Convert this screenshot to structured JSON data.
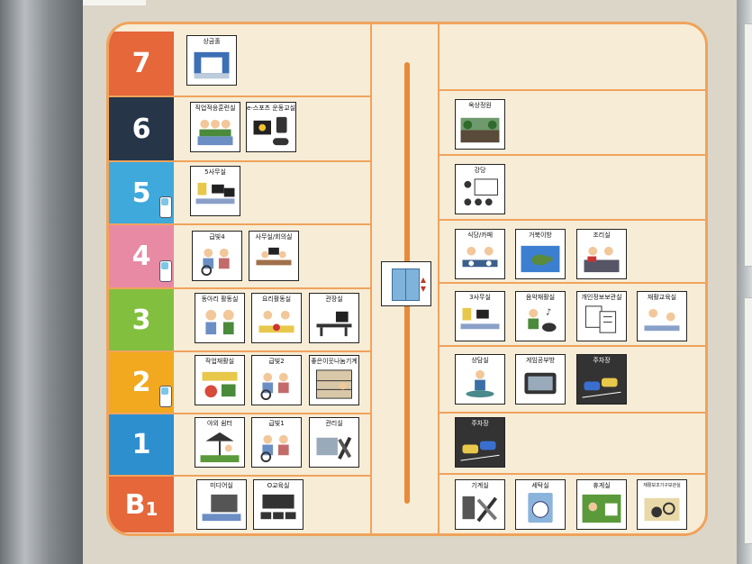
{
  "floors": [
    {
      "label": "7",
      "sub": "",
      "color": "#e5673a"
    },
    {
      "label": "6",
      "sub": "",
      "color": "#263548"
    },
    {
      "label": "5",
      "sub": "",
      "color": "#3fa9dc"
    },
    {
      "label": "4",
      "sub": "",
      "color": "#e98aa5"
    },
    {
      "label": "3",
      "sub": "",
      "color": "#83bf3f"
    },
    {
      "label": "2",
      "sub": "",
      "color": "#f2a91f"
    },
    {
      "label": "1",
      "sub": "",
      "color": "#2e8fcf"
    },
    {
      "label": "B",
      "sub": "1",
      "color": "#e5673a"
    }
  ],
  "rooms": {
    "f7_left_1": "상금홀",
    "f6_left_1": "직업적응훈련실",
    "f6_left_2": "e-스포츠 운동교실",
    "f6_right_1": "옥상정원",
    "f5_left_1": "5사무실",
    "f5_right_1": "강당",
    "f4_left_1": "급빛4",
    "f4_left_2": "사무실/회의실",
    "f4_right_1": "식당/카페",
    "f4_right_2": "거북이방",
    "f4_right_3": "조리실",
    "f3_left_1": "동아리 활동실",
    "f3_left_2": "요리활동실",
    "f3_left_3": "관장실",
    "f3_right_1": "3사무실",
    "f3_right_2": "음악재활실",
    "f3_right_3": "개인정보보관실",
    "f3_right_4": "재활교육실",
    "f2_left_1": "작업재활실",
    "f2_left_2": "급빛2",
    "f2_left_3": "좋은이웃나눔기계",
    "f2_right_1": "상담실",
    "f2_right_2": "게임공부방",
    "f2_right_3": "주차장",
    "f1_left_1": "야외 쉼터",
    "f1_left_2": "급빛1",
    "f1_left_3": "관리실",
    "f1_right_1": "주차장",
    "fb1_left_1": "미디어실",
    "fb1_left_2": "O교육실",
    "fb1_right_1": "기계실",
    "fb1_right_2": "세탁실",
    "fb1_right_3": "휴게실",
    "fb1_right_4": "재활보조기구보관실"
  },
  "icons": {
    "elevator": "elevator-icon",
    "water": "water-dispenser-icon"
  }
}
